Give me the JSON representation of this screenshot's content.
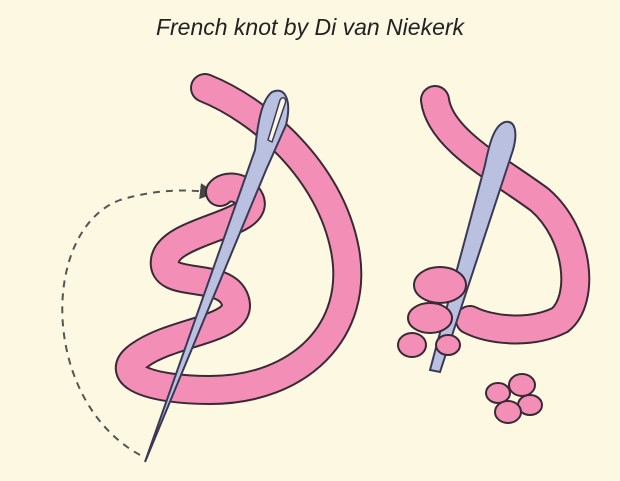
{
  "title": "French knot by Di van Niekerk",
  "colors": {
    "background": "#fdf8e2",
    "thread": "#f38fb6",
    "thread_outline": "#3a2a35",
    "needle": "#b9c0e0",
    "guide_line": "#555555"
  },
  "figures": [
    "wrapping-thread-around-needle",
    "pulling-needle-through-knot",
    "finished-french-knot"
  ]
}
